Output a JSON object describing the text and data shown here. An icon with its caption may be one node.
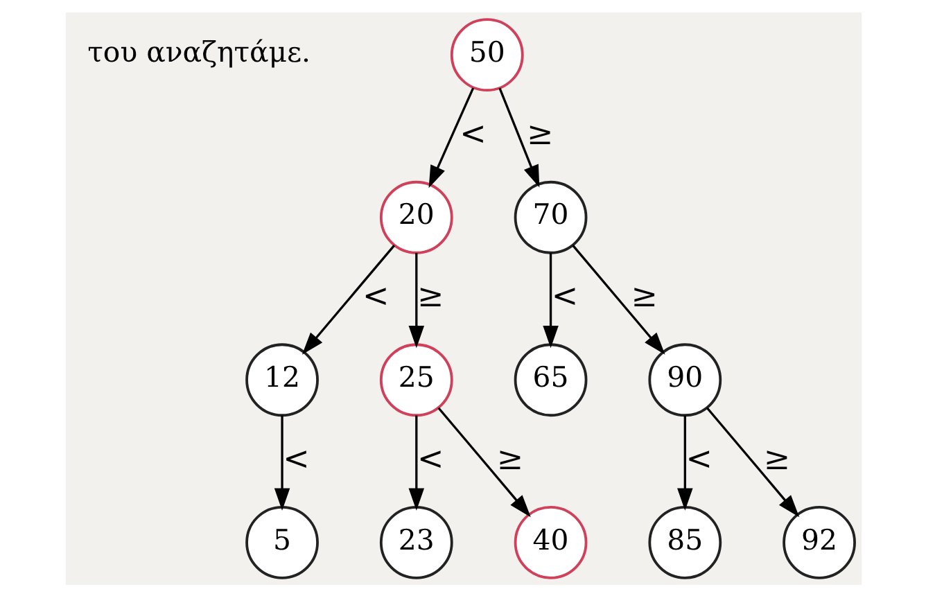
{
  "diagram": {
    "nodes": [
      {
        "text": [
          "50"
        ]
      },
      {
        "text": [
          "20"
        ]
      },
      {
        "text": [
          "70"
        ]
      },
      {
        "text": [
          "12"
        ]
      },
      {
        "text": [
          "25"
        ]
      },
      {
        "text": [
          "65"
        ]
      },
      {
        "text": [
          "90"
        ]
      },
      {
        "text": [
          "5"
        ]
      },
      {
        "text": [
          "23"
        ]
      },
      {
        "text": [
          "40"
        ]
      },
      {
        "text": [
          "85"
        ]
      },
      {
        "text": [
          "92"
        ]
      }
    ],
    "edges": [
      {
        "from": 0,
        "to": 1,
        "arrow": "to",
        "label": "<"
      },
      {
        "from": 0,
        "to": 2,
        "arrow": "to",
        "label": "≥"
      },
      {
        "from": 1,
        "to": 3,
        "arrow": "to",
        "label": "<"
      },
      {
        "from": 1,
        "to": 4,
        "arrow": "to",
        "label": "≥"
      },
      {
        "from": 2,
        "to": 5,
        "arrow": "to",
        "label": "<"
      },
      {
        "from": 2,
        "to": 6,
        "arrow": "to",
        "label": "≥"
      },
      {
        "from": 3,
        "to": 7,
        "arrow": "to",
        "label": "<"
      },
      {
        "from": 4,
        "to": 8,
        "arrow": "to",
        "label": "<"
      },
      {
        "from": 4,
        "to": 9,
        "arrow": "to",
        "label": "≥"
      },
      {
        "from": 6,
        "to": 10,
        "arrow": "to",
        "label": "<"
      },
      {
        "from": 6,
        "to": 11,
        "arrow": "to",
        "label": "≥"
      }
    ],
    "labels": [
      "του αναζητάμε."
    ]
  }
}
